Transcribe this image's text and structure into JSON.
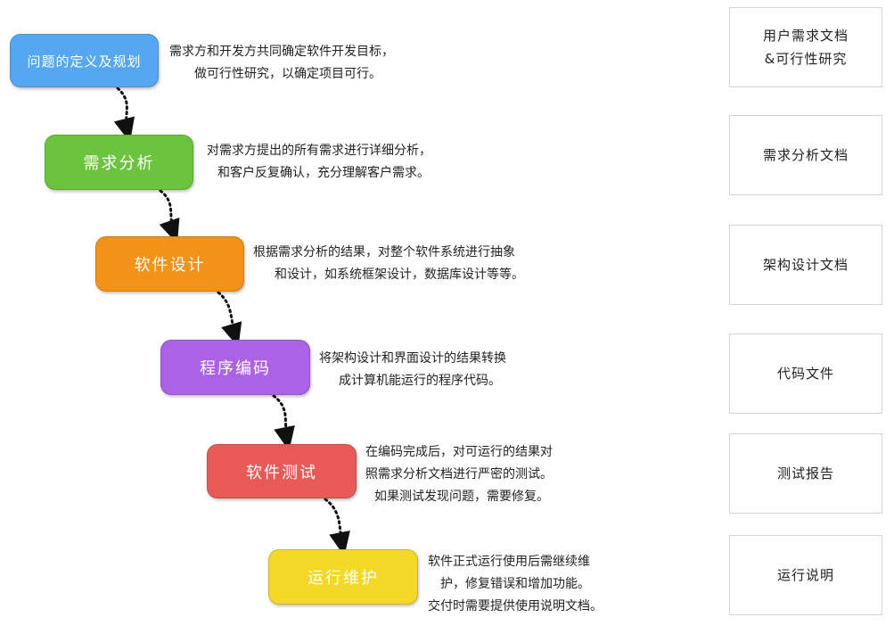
{
  "colors": {
    "stage1": "#55a7f2",
    "stage2": "#6cc33d",
    "stage3": "#f39218",
    "stage4": "#ac62e4",
    "stage5": "#e85a57",
    "stage6": "#f3d826",
    "arrow": "#111111"
  },
  "stages": [
    {
      "label": "问题的定义及规划",
      "desc": [
        "需求方和开发方共同确定软件开发目标，",
        "做可行性研究，以确定项目可行。"
      ],
      "doc": [
        "用户需求文档",
        "&可行性研究"
      ]
    },
    {
      "label": "需求分析",
      "desc": [
        "对需求方提出的所有需求进行详细分析，",
        "和客户反复确认，充分理解客户需求。"
      ],
      "doc": [
        "需求分析文档"
      ]
    },
    {
      "label": "软件设计",
      "desc": [
        "根据需求分析的结果，对整个软件系统进行抽象",
        "和设计，如系统框架设计，数据库设计等等。"
      ],
      "doc": [
        "架构设计文档"
      ]
    },
    {
      "label": "程序编码",
      "desc": [
        "将架构设计和界面设计的结果转换",
        "成计算机能运行的程序代码。"
      ],
      "doc": [
        "代码文件"
      ]
    },
    {
      "label": "软件测试",
      "desc": [
        "在编码完成后，对可运行的结果对",
        "照需求分析文档进行严密的测试。",
        "如果测试发现问题，需要修复。"
      ],
      "doc": [
        "测试报告"
      ]
    },
    {
      "label": "运行维护",
      "desc": [
        "软件正式运行使用后需继续维",
        "护，修复错误和增加功能。",
        "交付时需要提供使用说明文档。"
      ],
      "doc": [
        "运行说明"
      ]
    }
  ]
}
